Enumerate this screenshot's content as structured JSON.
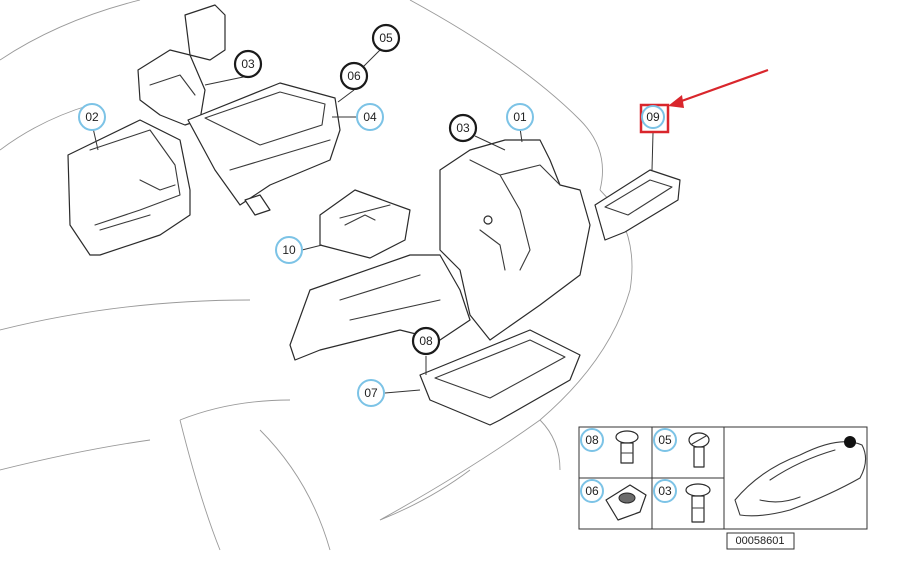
{
  "callouts": {
    "c02": "02",
    "c03a": "03",
    "c05": "05",
    "c06": "06",
    "c04": "04",
    "c03b": "03",
    "c01": "01",
    "c09": "09",
    "c10": "10",
    "c08": "08",
    "c07": "07"
  },
  "legend": {
    "l08": "08",
    "l05": "05",
    "l06": "06",
    "l03": "03"
  },
  "drawing_number": "00058601",
  "colors": {
    "callout_ring": "#7cc3e6",
    "highlight_box": "#d9262c",
    "arrow": "#d9262c"
  },
  "icons": [
    "pointer-arrow-icon",
    "car-silhouette-icon"
  ]
}
